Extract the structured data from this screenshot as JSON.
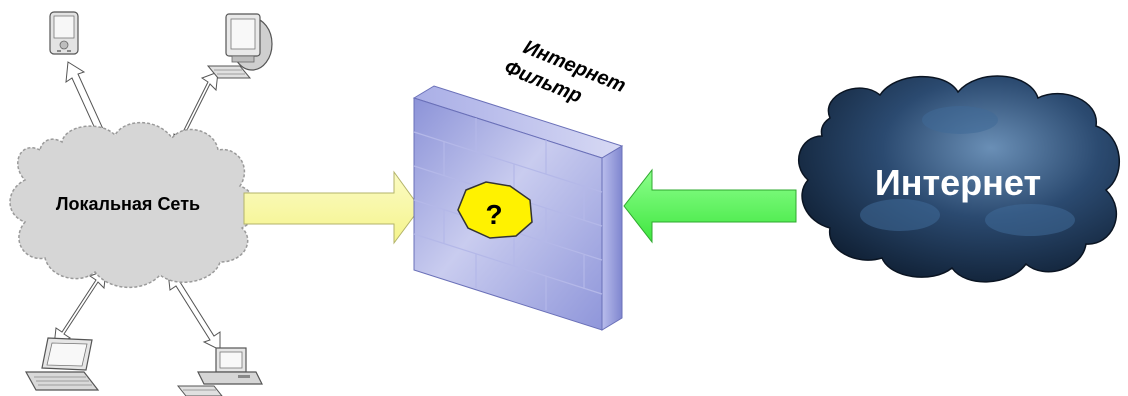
{
  "labels": {
    "local_network": "Локальная Сеть",
    "internet": "Интернет",
    "filter_line1": "Интернет",
    "filter_line2": "Фильтр",
    "question_mark": "?"
  },
  "icons": {
    "top_left": "pda-icon",
    "top_right": "desktop-computer-icon",
    "bottom_left": "laptop-icon",
    "bottom_right": "desktop-pc-icon"
  },
  "colors": {
    "local_cloud": "#d6d6d6",
    "internet_cloud": "#1a2f4a",
    "firewall": "#9aa1e0",
    "question_octagon": "#fff200",
    "lan_arrow": "#faf9a6",
    "internet_arrow": "#66ff66"
  }
}
